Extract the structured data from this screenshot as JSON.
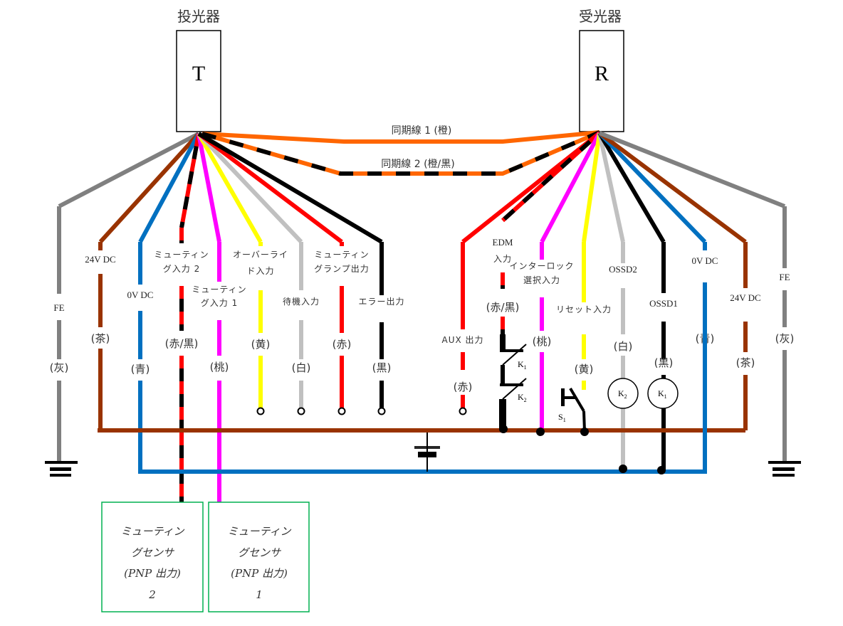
{
  "units": {
    "transmitter": {
      "title": "投光器",
      "letter": "T"
    },
    "receiver": {
      "title": "受光器",
      "letter": "R"
    }
  },
  "colors": {
    "gray": "#808080",
    "brown": "#993300",
    "blue": "#0070C0",
    "red": "#FF0000",
    "black": "#000000",
    "magenta": "#FF00FF",
    "yellow": "#FFFF00",
    "white": "#C0C0C0",
    "orange": "#FF6600",
    "green": "#00B050"
  },
  "sync_lines": [
    {
      "label": "同期線 1 (橙)",
      "color": "orange"
    },
    {
      "label": "同期線 2 (橙/黒)",
      "color": "orange/black"
    }
  ],
  "transmitter_wires": [
    {
      "id": "fe",
      "name": [
        "FE"
      ],
      "color_label": "(灰)",
      "color": "gray"
    },
    {
      "id": "24v",
      "name": [
        "24V DC"
      ],
      "color_label": "(茶)",
      "color": "brown"
    },
    {
      "id": "0v",
      "name": [
        "0V DC"
      ],
      "color_label": "(青)",
      "color": "blue"
    },
    {
      "id": "muting2",
      "name": [
        "ミューティン",
        "グ入力 2"
      ],
      "color_label": "(赤/黒)",
      "color": "red/black"
    },
    {
      "id": "muting1",
      "name": [
        "ミューティン",
        "グ入力 1"
      ],
      "color_label": "(桃)",
      "color": "magenta"
    },
    {
      "id": "override",
      "name": [
        "オーバーライ",
        "ド入力"
      ],
      "color_label": "(黄)",
      "color": "yellow"
    },
    {
      "id": "standby",
      "name": [
        "待機入力"
      ],
      "color_label": "(白)",
      "color": "white"
    },
    {
      "id": "lamp",
      "name": [
        "ミューティン",
        "グランプ出力"
      ],
      "color_label": "(赤)",
      "color": "red"
    },
    {
      "id": "error",
      "name": [
        "エラー出力"
      ],
      "color_label": "(黒)",
      "color": "black"
    }
  ],
  "receiver_wires": [
    {
      "id": "aux",
      "name": [
        "AUX 出力"
      ],
      "color_label": "(赤)",
      "color": "red"
    },
    {
      "id": "edm",
      "name": [
        "EDM",
        "入力"
      ],
      "color_label": "(赤/黒)",
      "color": "red/black"
    },
    {
      "id": "interlock",
      "name": [
        "インターロック",
        "選択入力"
      ],
      "color_label": "(桃)",
      "color": "magenta"
    },
    {
      "id": "reset",
      "name": [
        "リセット入力"
      ],
      "color_label": "(黄)",
      "color": "yellow"
    },
    {
      "id": "ossd2",
      "name": [
        "OSSD2"
      ],
      "color_label": "(白)",
      "color": "white"
    },
    {
      "id": "ossd1",
      "name": [
        "OSSD1"
      ],
      "color_label": "(黒)",
      "color": "black"
    },
    {
      "id": "0v",
      "name": [
        "0V DC"
      ],
      "color_label": "(青)",
      "color": "blue"
    },
    {
      "id": "24v",
      "name": [
        "24V DC"
      ],
      "color_label": "(茶)",
      "color": "brown"
    },
    {
      "id": "fe",
      "name": [
        "FE"
      ],
      "color_label": "(灰)",
      "color": "gray"
    }
  ],
  "components": {
    "k1": "K",
    "k1_sub": "1",
    "k2": "K",
    "k2_sub": "2",
    "s1": "S",
    "s1_sub": "1"
  },
  "sensor_boxes": [
    {
      "lines": [
        "ミューティン",
        "グセンサ",
        "(PNP 出力)",
        "2"
      ]
    },
    {
      "lines": [
        "ミューティン",
        "グセンサ",
        "(PNP 出力)",
        "1"
      ]
    }
  ]
}
